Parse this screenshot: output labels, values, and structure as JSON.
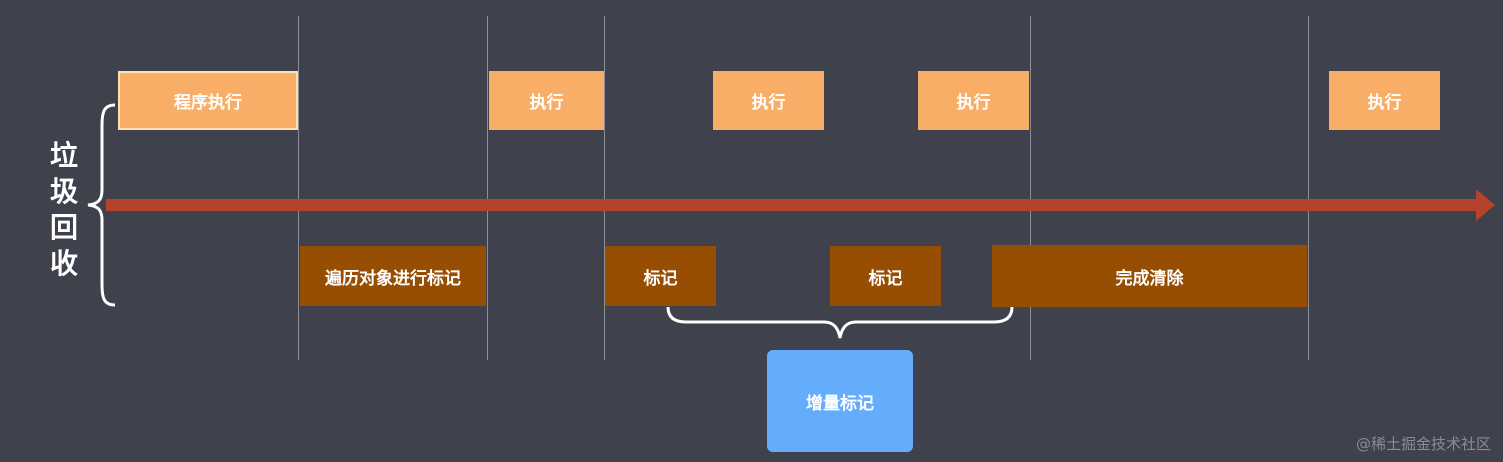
{
  "side_title": [
    "垃",
    "圾",
    "回",
    "收"
  ],
  "execution_boxes": [
    {
      "label": "程序执行"
    },
    {
      "label": "执行"
    },
    {
      "label": "执行"
    },
    {
      "label": "执行"
    },
    {
      "label": "执行"
    }
  ],
  "marking_boxes": [
    {
      "label": "遍历对象进行标记"
    },
    {
      "label": "标记"
    },
    {
      "label": "标记"
    },
    {
      "label": "完成清除"
    }
  ],
  "incremental_marking": {
    "label": "增量标记"
  },
  "watermark": "@稀土掘金技术社区",
  "colors": {
    "background": "#3f414c",
    "execution": "#f8ae66",
    "marking": "#984e02",
    "timeline_arrow": "#b5432c",
    "incremental_box": "#64adfd",
    "divider": "#8d8f97"
  }
}
